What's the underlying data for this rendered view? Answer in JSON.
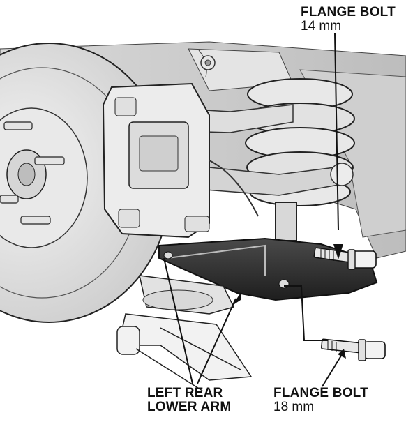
{
  "callouts": {
    "flange_bolt_upper": {
      "name": "FLANGE BOLT",
      "size": "14 mm"
    },
    "lower_arm": {
      "line1": "LEFT REAR",
      "line2": "LOWER ARM"
    },
    "flange_bolt_lower": {
      "name": "FLANGE BOLT",
      "size": "18 mm"
    }
  },
  "colors": {
    "background": "#ffffff",
    "line": "#111111",
    "metal_light": "#e6e6e6",
    "metal_mid": "#c8c8c8",
    "arm_dark": "#2c2c2c"
  }
}
